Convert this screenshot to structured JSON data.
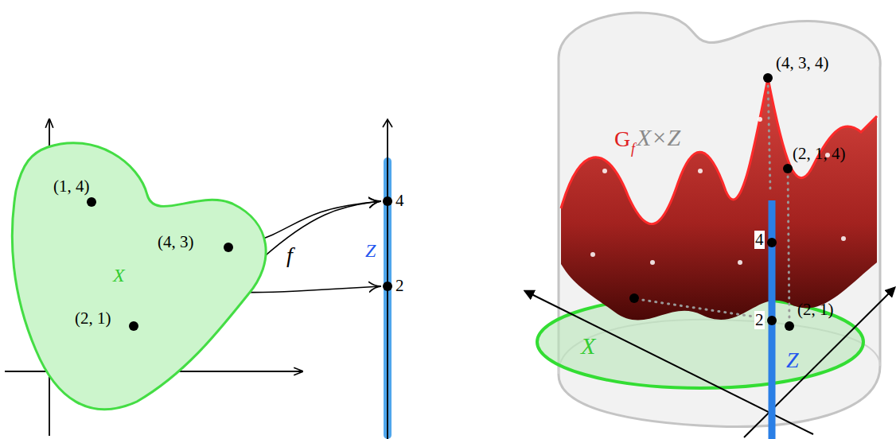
{
  "diagram": {
    "nodes": [
      {
        "text": [
          "X",
          "(1, 4)",
          "(4, 3)",
          "(2, 1)"
        ]
      },
      {
        "text": [
          "Z",
          "4",
          "2"
        ]
      }
    ],
    "edges": [
      {
        "from": 0,
        "to": 1,
        "arrow": "to"
      },
      {
        "from": 0,
        "to": 1,
        "arrow": "to",
        "label": "f"
      },
      {
        "from": 0,
        "to": 1,
        "arrow": "to"
      }
    ],
    "labels": [
      "(4, 3, 4)",
      "X×Z",
      "G",
      "f",
      "(2, 1, 4)",
      "4",
      "2",
      "(2, 1)",
      "X",
      "Z"
    ]
  }
}
